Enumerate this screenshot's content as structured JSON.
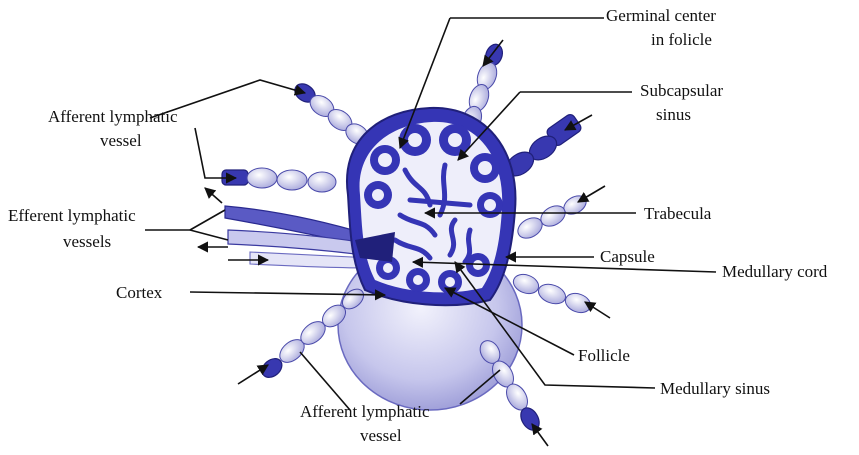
{
  "labels": {
    "germinal_center_line1": "Germinal center",
    "germinal_center_line2": "in folicle",
    "subcapsular_line1": "Subcapsular",
    "subcapsular_line2": "sinus",
    "afferent_top_line1": "Afferent lymphatic",
    "afferent_top_line2": "vessel",
    "efferent_line1": "Efferent lymphatic",
    "efferent_line2": "vessels",
    "trabecula": "Trabecula",
    "capsule": "Capsule",
    "medullary_cord": "Medullary cord",
    "cortex": "Cortex",
    "follicle": "Follicle",
    "medullary_sinus": "Medullary sinus",
    "afferent_bottom_line1": "Afferent lymphatic",
    "afferent_bottom_line2": "vessel"
  },
  "colors": {
    "node_blue": "#3535b5",
    "node_light": "#c8c8ee",
    "node_pale": "#eeeefa",
    "ink": "#111111"
  }
}
